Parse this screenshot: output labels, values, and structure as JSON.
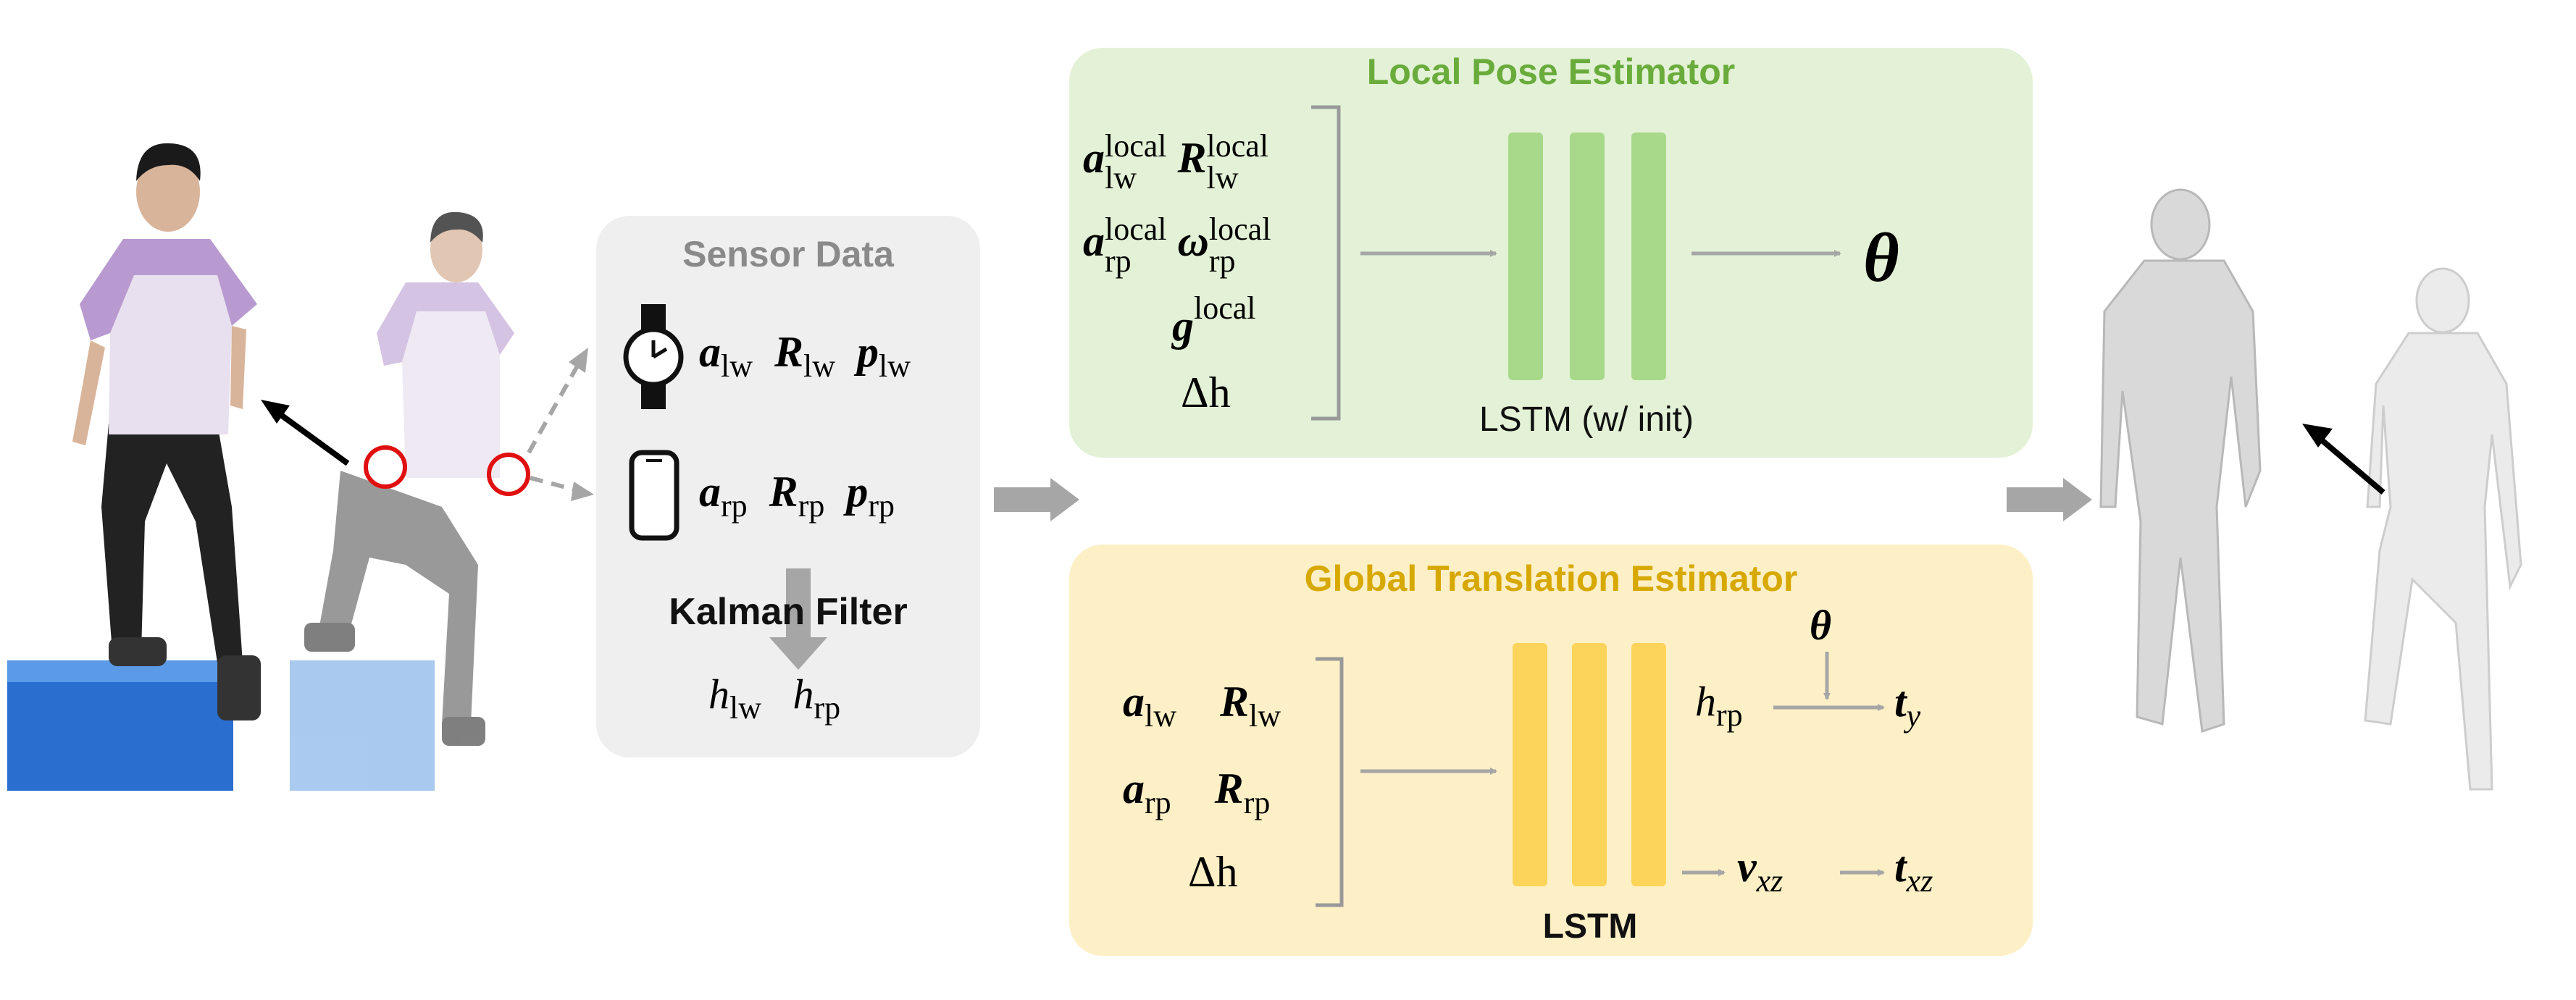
{
  "sensor_panel": {
    "title": "Sensor Data",
    "kalman_label": "Kalman Filter",
    "watch_inputs": {
      "a": "a",
      "R": "R",
      "p": "p",
      "sub": "lw"
    },
    "phone_inputs": {
      "a": "a",
      "R": "R",
      "p": "p",
      "sub": "rp"
    },
    "heights": {
      "h": "h",
      "sub_lw": "lw",
      "sub_rp": "rp"
    }
  },
  "local_panel": {
    "title": "Local Pose Estimator",
    "network_label": "LSTM (w/ init)",
    "inputs": {
      "a": "a",
      "R": "R",
      "omega": "ω",
      "g": "g",
      "sup": "local",
      "sub_lw": "lw",
      "sub_rp": "rp",
      "delta_h": "Δh"
    },
    "output": "θ"
  },
  "global_panel": {
    "title": "Global Translation Estimator",
    "network_label": "LSTM",
    "inputs": {
      "a": "a",
      "R": "R",
      "sub_lw": "lw",
      "sub_rp": "rp",
      "delta_h": "Δh"
    },
    "theta": "θ",
    "h_rp": {
      "h": "h",
      "sub": "rp"
    },
    "t_y": {
      "t": "t",
      "sub": "y"
    },
    "v_xz": {
      "v": "v",
      "sub": "xz"
    },
    "t_xz": {
      "t": "t",
      "sub": "xz"
    }
  },
  "colors": {
    "local_bg": "#e3f2d6",
    "local_title": "#6aac3c",
    "local_bars": "#a8d98a",
    "global_bg": "#fdf0c6",
    "global_title": "#d7a800",
    "global_bars": "#fdd45a",
    "sensor_bg": "#efefef",
    "sensor_title": "#8a8a8a",
    "arrow_gray": "#a6a6a6",
    "marker_red": "#e01010"
  }
}
